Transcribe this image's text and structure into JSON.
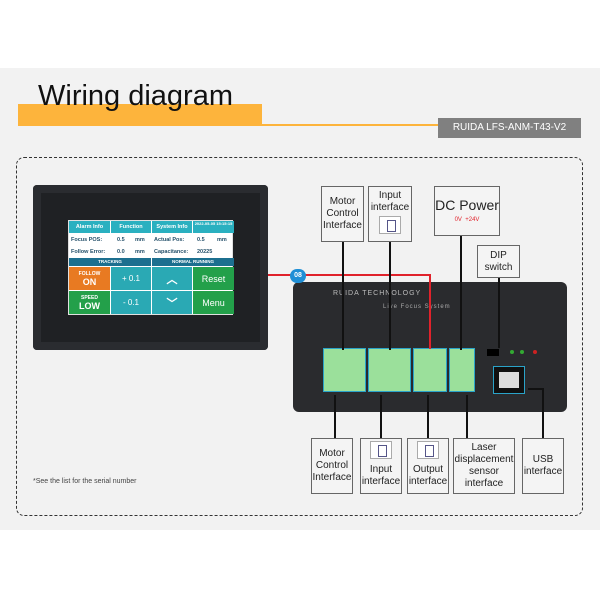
{
  "header": {
    "title": "Wiring diagram",
    "model": "RUIDA LFS-ANM-T43-V2"
  },
  "hmi": {
    "tabs": [
      "Alarm Info",
      "Function",
      "System Info",
      "2022-05-05 15:15:15"
    ],
    "focus_pos_label": "Focus POS:",
    "focus_pos_value": "0.5",
    "unit": "mm",
    "follow_error_label": "Follow Error:",
    "follow_error_value": "0.0",
    "actual_pos_label": "Actual Pos:",
    "actual_pos_value": "0.5",
    "capacitance_label": "Capacitance:",
    "capacitance_value": "20225",
    "status_left": "TRACKING",
    "status_right": "NORMAL RUNNING",
    "follow_label": "FOLLOW",
    "follow_value": "ON",
    "plus": "+ 0.1",
    "minus": "- 0.1",
    "speed_label": "SPEED",
    "speed_value": "LOW",
    "reset": "Reset",
    "menu": "Menu",
    "up_icon": "chevron-up-icon",
    "down_icon": "chevron-down-icon"
  },
  "cable_badge": "08",
  "controller": {
    "brand": "RUIDA TECHNOLOGY",
    "name": "Live Focus System"
  },
  "top_labels": {
    "motor": [
      "Motor",
      "Control",
      "Interface"
    ],
    "input": [
      "Input",
      "interface"
    ],
    "dc_power": "DC Power",
    "dc_0v": "0V",
    "dc_24v": "+24V",
    "dip": [
      "DIP",
      "switch"
    ]
  },
  "bottom_labels": {
    "motor": [
      "Motor",
      "Control",
      "Interface"
    ],
    "input": [
      "Input",
      "interface"
    ],
    "output": [
      "Output",
      "interface"
    ],
    "laser": [
      "Laser",
      "displacement",
      "sensor",
      "interface"
    ],
    "usb": [
      "USB",
      "interface"
    ]
  },
  "footnote": "*See the list for the serial number",
  "colors": {
    "accent": "#fdb43c",
    "cable": "#e0222b",
    "badge": "#1f8fd6",
    "lcd_header": "#2ab0c0",
    "follow": "#e87a22",
    "green": "#23a04a"
  }
}
